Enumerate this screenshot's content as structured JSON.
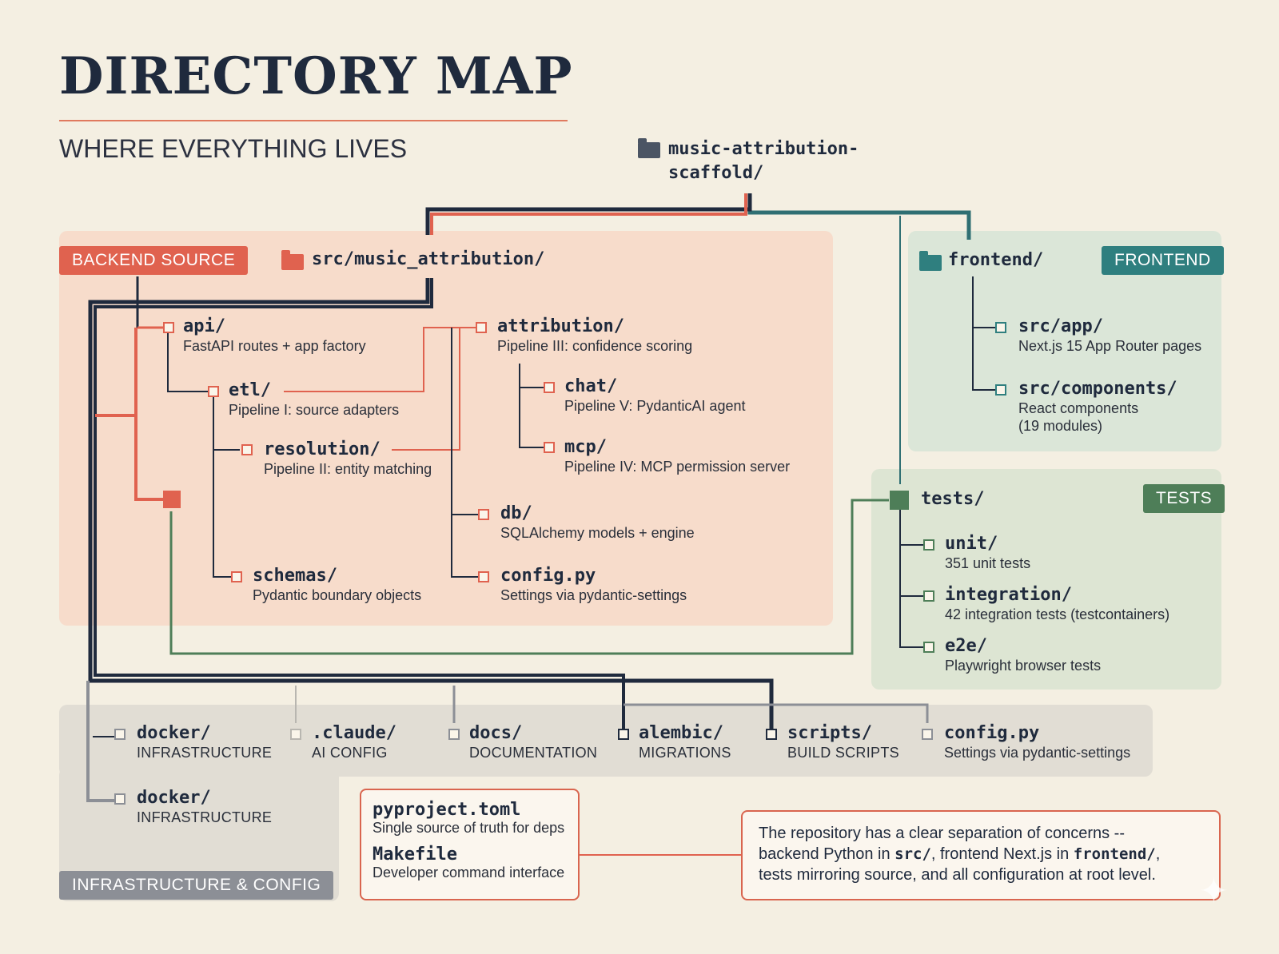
{
  "header": {
    "title": "DIRECTORY MAP",
    "subtitle": "WHERE EVERYTHING LIVES"
  },
  "root": {
    "name": "music-attribution-",
    "name_cont": "scaffold/"
  },
  "backend": {
    "tag": "BACKEND SOURCE",
    "folder": "src/music_attribution/",
    "nodes": [
      {
        "name": "api/",
        "desc": "FastAPI routes + app factory"
      },
      {
        "name": "etl/",
        "desc": "Pipeline I: source adapters"
      },
      {
        "name": "resolution/",
        "desc": "Pipeline II: entity matching"
      },
      {
        "name": "schemas/",
        "desc": "Pydantic boundary objects"
      },
      {
        "name": "attribution/",
        "desc": "Pipeline III: confidence scoring"
      },
      {
        "name": "chat/",
        "desc": "Pipeline V: PydanticAI agent"
      },
      {
        "name": "mcp/",
        "desc": "Pipeline IV: MCP permission server"
      },
      {
        "name": "db/",
        "desc": "SQLAlchemy models + engine"
      },
      {
        "name": "config.py",
        "desc": "Settings via pydantic-settings"
      }
    ]
  },
  "frontend": {
    "tag": "FRONTEND",
    "folder": "frontend/",
    "nodes": [
      {
        "name": "src/app/",
        "desc": "Next.js 15 App Router pages"
      },
      {
        "name": "src/components/",
        "desc": "React components",
        "desc2": "(19 modules)"
      }
    ]
  },
  "tests": {
    "tag": "TESTS",
    "folder": "tests/",
    "nodes": [
      {
        "name": "unit/",
        "desc": "351 unit tests"
      },
      {
        "name": "integration/",
        "desc": "42 integration tests (testcontainers)"
      },
      {
        "name": "e2e/",
        "desc": "Playwright browser tests"
      }
    ]
  },
  "infra": {
    "tag": "INFRASTRUCTURE & CONFIG",
    "nodes": [
      {
        "name": "docker/",
        "desc": "INFRASTRUCTURE"
      },
      {
        "name": ".claude/",
        "desc": "AI CONFIG"
      },
      {
        "name": "docs/",
        "desc": "DOCUMENTATION"
      },
      {
        "name": "alembic/",
        "desc": "MIGRATIONS"
      },
      {
        "name": "scripts/",
        "desc": "BUILD SCRIPTS"
      },
      {
        "name": "config.py",
        "desc": "Settings via pydantic-settings"
      },
      {
        "name": "docker/",
        "desc": "INFRASTRUCTURE"
      }
    ],
    "root_files": [
      {
        "name": "pyproject.toml",
        "desc": "Single source of truth for deps"
      },
      {
        "name": "Makefile",
        "desc": "Developer command interface"
      }
    ]
  },
  "summary": {
    "line1": "The repository has a clear separation of concerns --",
    "l2a": "backend Python in ",
    "l2b": "src/",
    "l2c": ", frontend Next.js in ",
    "l2d": "frontend/",
    "l2e": ",",
    "line3": "tests mirroring source, and all configuration at root level."
  },
  "colors": {
    "navy": "#1f2a3d",
    "red": "#e0624f",
    "teal": "#2f7f7f",
    "green": "#4e7e58",
    "gray": "#8c8f96"
  }
}
